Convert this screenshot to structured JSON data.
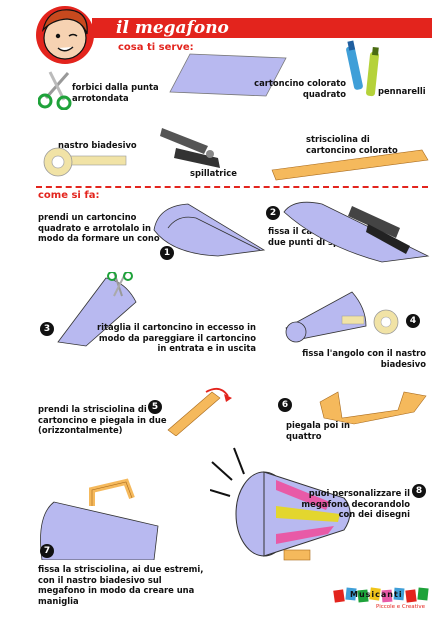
{
  "header": {
    "title": "il megafono",
    "subtitle": "cosa ti serve:"
  },
  "materials": {
    "scissors": "forbici dalla punta arrotondata",
    "cardboard_square": "cartoncino colorato quadrato",
    "markers": "pennarelli",
    "tape": "nastro biadesivo",
    "stapler": "spillatrice",
    "strip": "strisciolina di cartoncino colorato"
  },
  "steps": {
    "heading": "come si fa:",
    "items": [
      {
        "num": "1",
        "text": "prendi un cartoncino quadrato e arrotolalo in modo da formare un cono"
      },
      {
        "num": "2",
        "text": "fissa il cartoncino con due punti di spillatrice"
      },
      {
        "num": "3",
        "text": "ritaglia il cartoncino in eccesso in modo da pareggiare il cartoncino in entrata e in uscita"
      },
      {
        "num": "4",
        "text": "fissa l'angolo con il nastro biadesivo"
      },
      {
        "num": "5",
        "text": "prendi la strisciolina di cartoncino e piegala in due (orizzontalmente)"
      },
      {
        "num": "6",
        "text": "piegala poi in quattro"
      },
      {
        "num": "7",
        "text": "fissa la strisciolina, ai due estremi, con il nastro biadesivo sul megafono in modo da creare una maniglia"
      },
      {
        "num": "8",
        "text": "puoi personalizzare il megafono decorandolo con dei disegni"
      }
    ]
  },
  "brand": {
    "logo_name": "Musicanti",
    "logo_sub": "Piccole e Creative"
  },
  "colors": {
    "accent": "#e3241d",
    "paper": "#b8b9f0",
    "strip": "#f5b95c",
    "tape": "#f1e3a6"
  }
}
